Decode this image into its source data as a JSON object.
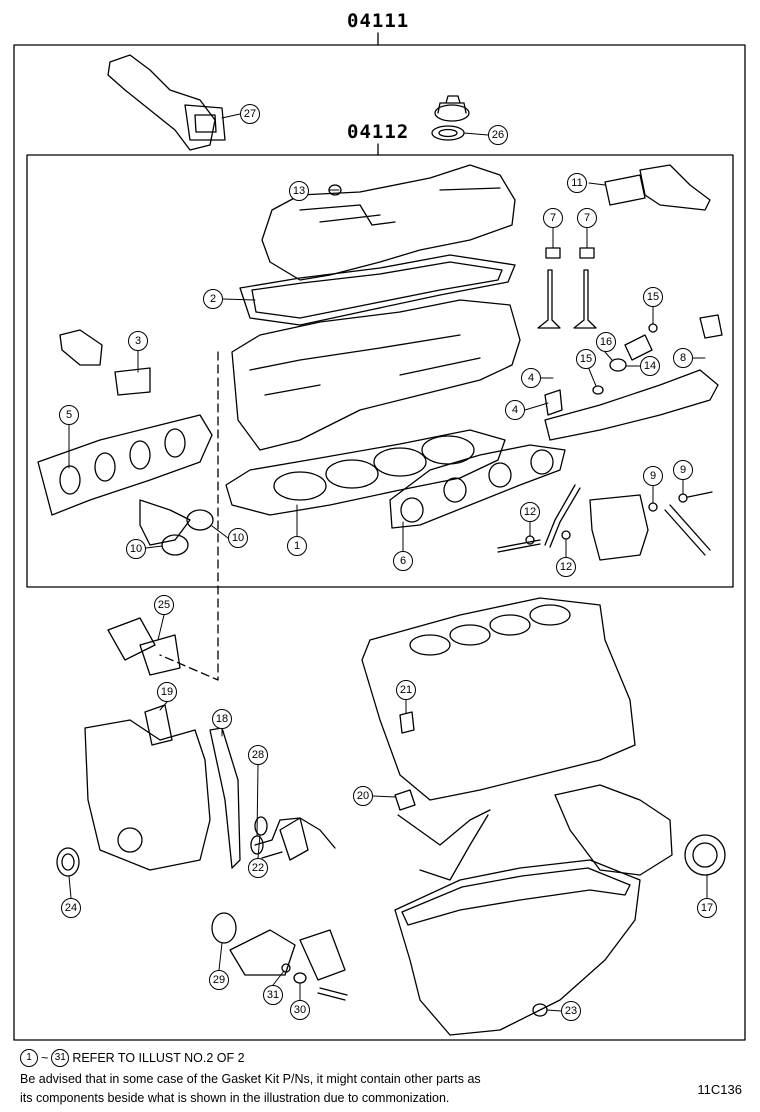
{
  "kits": {
    "outer": "04111",
    "inner": "04112"
  },
  "callouts": [
    "1",
    "2",
    "3",
    "4",
    "4",
    "5",
    "6",
    "7",
    "7",
    "8",
    "9",
    "9",
    "10",
    "10",
    "11",
    "12",
    "12",
    "13",
    "14",
    "15",
    "15",
    "16",
    "17",
    "18",
    "19",
    "20",
    "21",
    "22",
    "23",
    "24",
    "25",
    "26",
    "27",
    "28",
    "29",
    "30",
    "31"
  ],
  "footer": {
    "range_start": "1",
    "range_sep": "~",
    "range_end": "31",
    "refer": "REFER TO ILLUST NO.2 OF 2",
    "notice_1": "Be advised that in some case of the Gasket Kit P/Ns,  it might contain other parts as",
    "notice_2": "its components beside what is shown in the illustration due to commonization.",
    "code": "11C136"
  }
}
